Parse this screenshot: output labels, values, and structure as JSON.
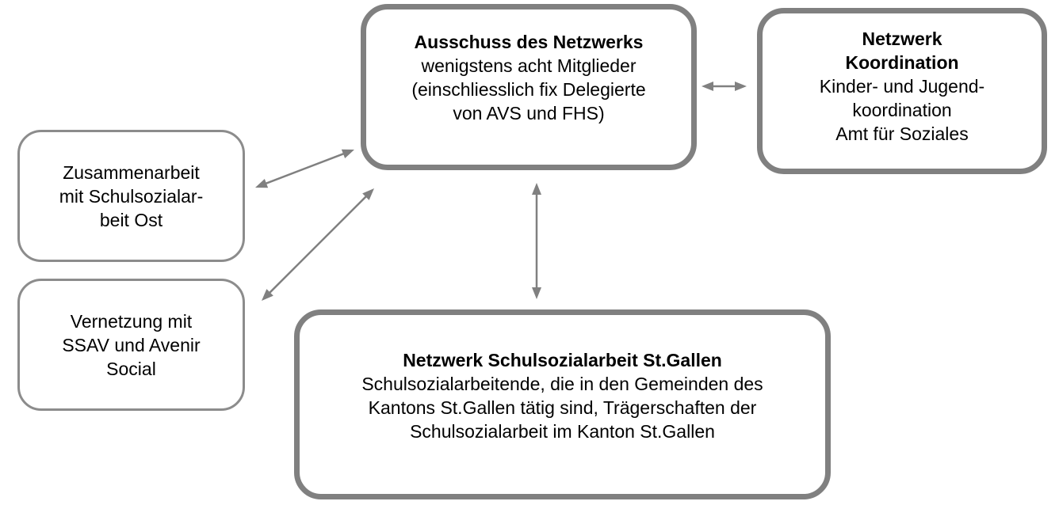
{
  "diagram": {
    "nodes": {
      "ausschuss": {
        "title": "Ausschuss des Netzwerks",
        "lines": [
          "wenigstens acht Mitglieder",
          "(einschliesslich fix Delegierte",
          "von AVS und FHS)"
        ]
      },
      "koordination": {
        "title_lines": [
          "Netzwerk",
          "Koordination"
        ],
        "lines": [
          "Kinder- und Jugend-",
          "koordination",
          "Amt für Soziales"
        ]
      },
      "zusammenarbeit": {
        "lines": [
          "Zusammenarbeit",
          "mit Schulsozialar-",
          "beit Ost"
        ]
      },
      "vernetzung": {
        "lines": [
          "Vernetzung mit",
          "SSAV und Avenir",
          "Social"
        ]
      },
      "netzwerk_sg": {
        "title": "Netzwerk Schulsozialarbeit St.Gallen",
        "lines": [
          "Schulsozialarbeitende, die in den Gemeinden des",
          "Kantons St.Gallen tätig sind, Trägerschaften der",
          "Schulsozialarbeit im Kanton St.Gallen"
        ]
      }
    },
    "edges": [
      {
        "from": "ausschuss",
        "to": "koordination",
        "direction": "both"
      },
      {
        "from": "ausschuss",
        "to": "zusammenarbeit",
        "direction": "both"
      },
      {
        "from": "ausschuss",
        "to": "vernetzung",
        "direction": "both"
      },
      {
        "from": "ausschuss",
        "to": "netzwerk_sg",
        "direction": "both"
      }
    ],
    "colors": {
      "thick_border": "#808080",
      "thin_border": "#8c8c8c",
      "arrow": "#808080"
    }
  }
}
